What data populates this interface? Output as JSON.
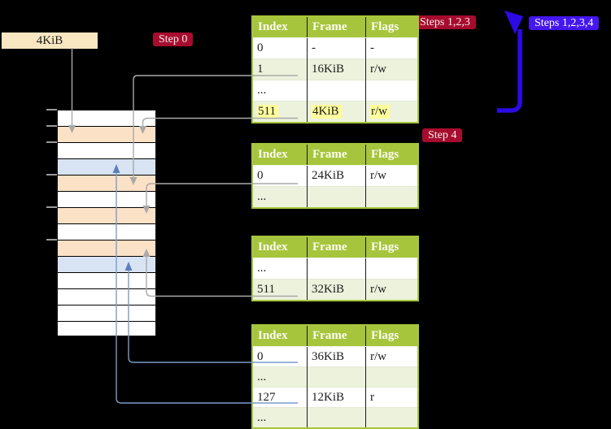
{
  "title": "Page table walk diagram",
  "labels": {
    "page_size_box": "4KiB",
    "step0": "Step 0",
    "steps123": "Steps 1,2,3",
    "steps1234": "Steps 1,2,3,4",
    "step4": "Step 4"
  },
  "memory": {
    "row_pattern": [
      "free",
      "page-table-frame",
      "free",
      "data-frame",
      "page-table-frame",
      "free",
      "page-table-frame",
      "free",
      "page-table-frame",
      "data-frame",
      "free",
      "free",
      "free",
      "free"
    ],
    "tick_count": 6
  },
  "tables": [
    {
      "name": "page-table-1",
      "headers": [
        "Index",
        "Frame",
        "Flags"
      ],
      "rows": [
        {
          "cells": [
            "0",
            "-",
            "-"
          ],
          "shade": false,
          "highlight": false
        },
        {
          "cells": [
            "1",
            "16KiB",
            "r/w"
          ],
          "shade": true,
          "highlight": false
        },
        {
          "cells": [
            "...",
            "",
            ""
          ],
          "shade": false,
          "highlight": false
        },
        {
          "cells": [
            "511",
            "4KiB",
            "r/w"
          ],
          "shade": true,
          "highlight": true
        }
      ]
    },
    {
      "name": "page-table-2",
      "headers": [
        "Index",
        "Frame",
        "Flags"
      ],
      "rows": [
        {
          "cells": [
            "0",
            "24KiB",
            "r/w"
          ],
          "shade": false,
          "highlight": false
        },
        {
          "cells": [
            "...",
            "",
            ""
          ],
          "shade": true,
          "highlight": false
        }
      ]
    },
    {
      "name": "page-table-3",
      "headers": [
        "Index",
        "Frame",
        "Flags"
      ],
      "rows": [
        {
          "cells": [
            "...",
            "",
            ""
          ],
          "shade": false,
          "highlight": false
        },
        {
          "cells": [
            "511",
            "32KiB",
            "r/w"
          ],
          "shade": true,
          "highlight": false
        }
      ]
    },
    {
      "name": "page-table-4",
      "headers": [
        "Index",
        "Frame",
        "Flags"
      ],
      "rows": [
        {
          "cells": [
            "0",
            "36KiB",
            "r/w"
          ],
          "shade": false,
          "highlight": false
        },
        {
          "cells": [
            "...",
            "",
            ""
          ],
          "shade": true,
          "highlight": false
        },
        {
          "cells": [
            "127",
            "12KiB",
            "r"
          ],
          "shade": false,
          "highlight": false
        },
        {
          "cells": [
            "...",
            "",
            ""
          ],
          "shade": true,
          "highlight": false
        }
      ]
    }
  ],
  "palette": {
    "background": "#000000",
    "table_header_green": "#a6c53c",
    "table_shade_green": "#edf2dc",
    "highlight_yellow": "#ffff9c",
    "page_table_frame_peach": "#fbe1c6",
    "data_frame_blue": "#d8e4f4",
    "label_box_beige": "#f9e7c2",
    "badge_red": "#a60c2e",
    "badge_blue": "#4517ee",
    "big_arrow_blue": "#2c0ae6",
    "connector_gray": "#a9a9a9",
    "connector_blue": "#7d9bc8"
  }
}
